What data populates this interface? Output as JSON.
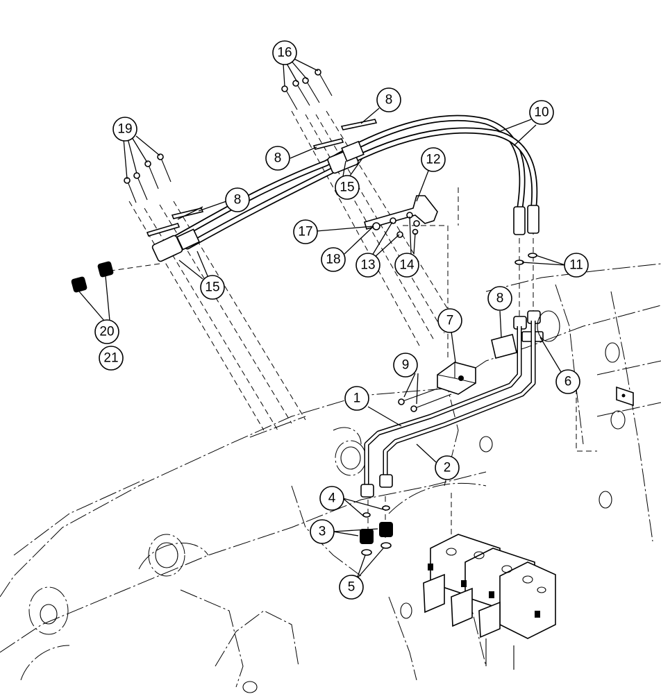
{
  "diagram": {
    "callouts": [
      {
        "id": "c1",
        "label": "1"
      },
      {
        "id": "c2",
        "label": "2"
      },
      {
        "id": "c3",
        "label": "3"
      },
      {
        "id": "c4",
        "label": "4"
      },
      {
        "id": "c5",
        "label": "5"
      },
      {
        "id": "c6",
        "label": "6"
      },
      {
        "id": "c7",
        "label": "7"
      },
      {
        "id": "c8a",
        "label": "8"
      },
      {
        "id": "c8b",
        "label": "8"
      },
      {
        "id": "c8c",
        "label": "8"
      },
      {
        "id": "c8d",
        "label": "8"
      },
      {
        "id": "c9",
        "label": "9"
      },
      {
        "id": "c10",
        "label": "10"
      },
      {
        "id": "c11",
        "label": "11"
      },
      {
        "id": "c12",
        "label": "12"
      },
      {
        "id": "c13",
        "label": "13"
      },
      {
        "id": "c14",
        "label": "14"
      },
      {
        "id": "c15a",
        "label": "15"
      },
      {
        "id": "c15b",
        "label": "15"
      },
      {
        "id": "c16",
        "label": "16"
      },
      {
        "id": "c17",
        "label": "17"
      },
      {
        "id": "c18",
        "label": "18"
      },
      {
        "id": "c19",
        "label": "19"
      },
      {
        "id": "c20",
        "label": "20"
      },
      {
        "id": "c21",
        "label": "21"
      }
    ]
  }
}
